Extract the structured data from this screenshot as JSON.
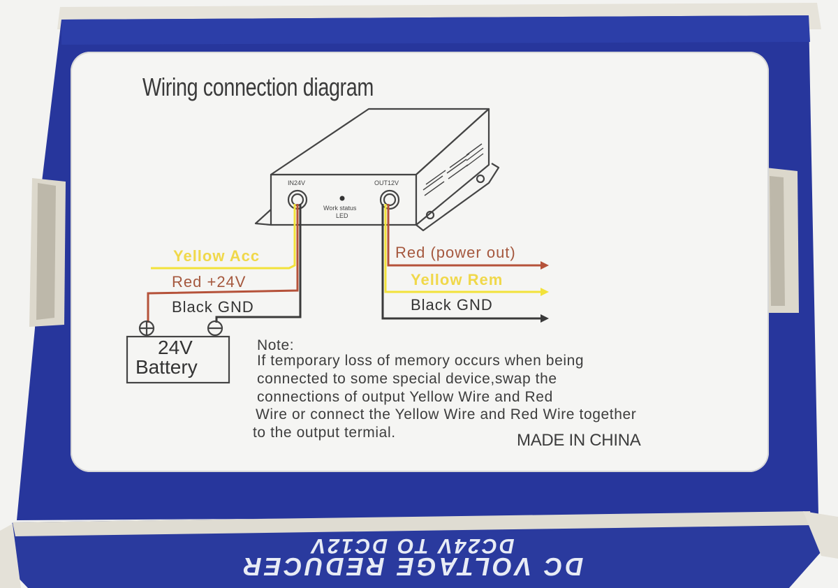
{
  "label": {
    "title": "Wiring connection diagram",
    "device": {
      "input_port": "IN24V",
      "output_port": "OUT12V",
      "led_line1": "Work status",
      "led_line2": "LED"
    },
    "input_wires": {
      "yellow": "Yellow Acc",
      "red": "Red +24V",
      "black": "Black  GND"
    },
    "output_wires": {
      "red": "Red (power out)",
      "yellow": "Yellow  Rem",
      "black": "Black  GND"
    },
    "battery": {
      "line1": "24V",
      "line2": "Battery"
    },
    "note": {
      "heading": "Note:",
      "line1": "If temporary loss of memory occurs when being",
      "line2": "connected to some special device,swap the",
      "line3": "connections of output Yellow Wire and Red",
      "line4": "Wire or connect the Yellow Wire and Red Wire together",
      "line5": "to the output termial."
    },
    "made_in": "MADE IN CHINA"
  },
  "box_flap": {
    "line1": "DC VOLTAGE REDUCER",
    "line2": "DC24V TO DC12V"
  },
  "colors": {
    "box_blue": "#24339a",
    "wire_yellow": "#f2e23a",
    "wire_red": "#b5523a",
    "wire_black": "#3a3a3a"
  }
}
